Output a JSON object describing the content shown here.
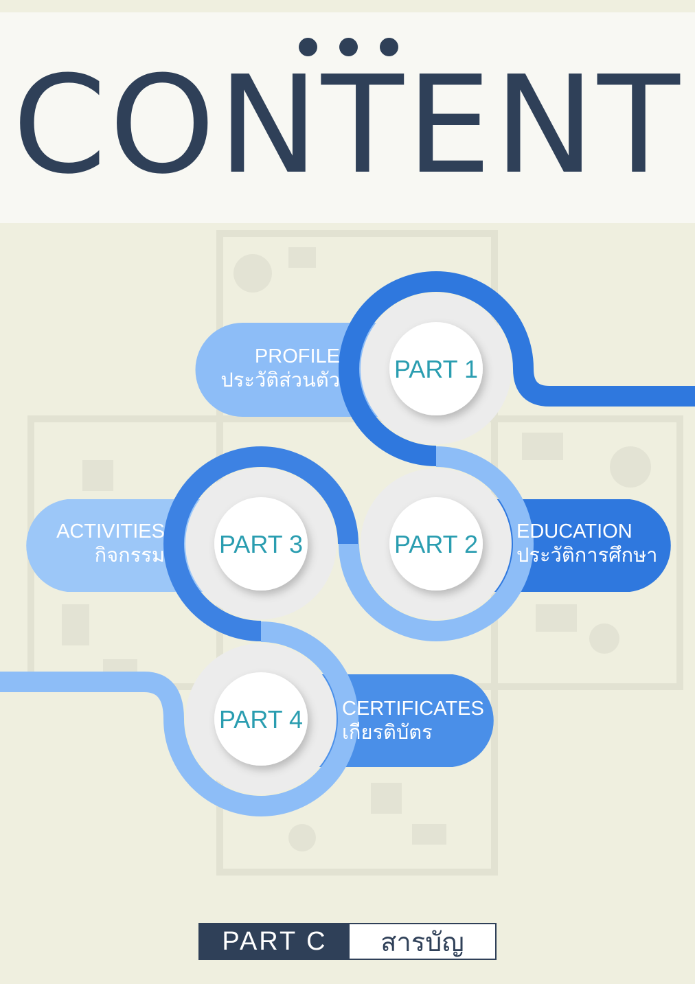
{
  "header": {
    "title": "CONTENT"
  },
  "colors": {
    "navy": "#2f4058",
    "dark_blue": "#2f78de",
    "mid_blue": "#4a8fe8",
    "light_blue": "#8dbdf7",
    "text_teal": "#2a9db0"
  },
  "parts": [
    {
      "label": "PART 1",
      "title_en": "PROFILE",
      "title_th": "ประวัติส่วนตัว"
    },
    {
      "label": "PART 2",
      "title_en": "EDUCATION",
      "title_th": "ประวัติการศึกษา"
    },
    {
      "label": "PART 3",
      "title_en": "ACTIVITIES",
      "title_th": "กิจกรรม"
    },
    {
      "label": "PART 4",
      "title_en": "CERTIFICATES",
      "title_th": "เกียรติบัตร"
    }
  ],
  "footer": {
    "part": "PART C",
    "label": "สารบัญ"
  }
}
